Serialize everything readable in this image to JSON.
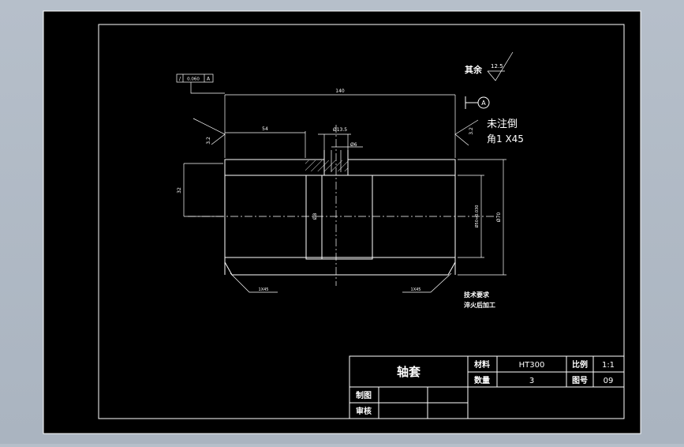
{
  "drawing": {
    "title": "轴套",
    "rough_note_label": "其余",
    "rough_rest": "12.5",
    "rough_left": "3.2",
    "rough_right": "3.2",
    "datum": "A",
    "tolerance_frame": [
      "/",
      "0.060",
      "A"
    ],
    "chamfer_note": [
      "未注倒",
      "角1 X45"
    ],
    "tech_req": [
      "技术要求",
      "淬火后加工"
    ],
    "dims": {
      "total_length": "140",
      "step_length": "54",
      "hole_diam_a": "Ø13.5",
      "hole_diam_b": "Ø6",
      "left_height": "32",
      "center_bore": "Ø8",
      "inner_diam": "Ø50+0.030",
      "outer_diam": "Ø70",
      "chamfer_left": "1X45",
      "chamfer_right": "1X45"
    }
  },
  "title_block": {
    "material_label": "材料",
    "material": "HT300",
    "scale_label": "比例",
    "scale": "1:1",
    "qty_label": "数量",
    "qty": "3",
    "drawing_no_label": "图号",
    "drawing_no": "09",
    "drawn_label": "制图",
    "checked_label": "审核"
  },
  "colors": {
    "sheet": "#000000",
    "line": "#ffffff",
    "desktop": "#b0bac5"
  }
}
